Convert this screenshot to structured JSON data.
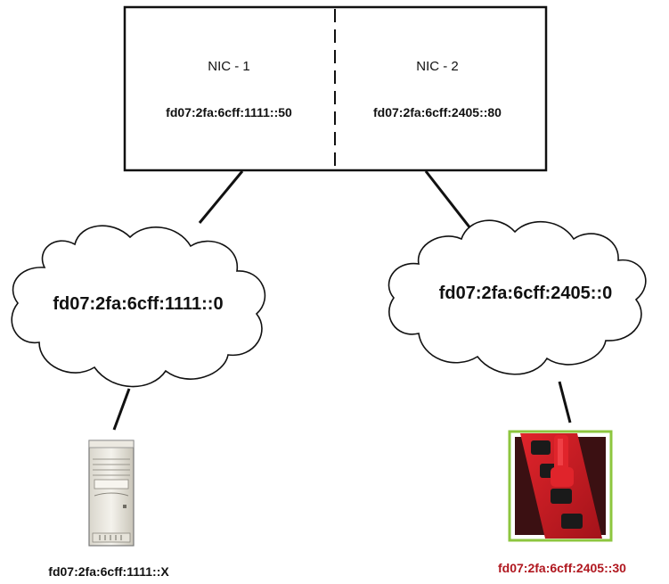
{
  "server": {
    "nic1": {
      "name": "NIC - 1",
      "address": "fd07:2fa:6cff:1111::50"
    },
    "nic2": {
      "name": "NIC - 2",
      "address": "fd07:2fa:6cff:2405::80"
    }
  },
  "networks": {
    "left": {
      "label": "fd07:2fa:6cff:1111::0"
    },
    "right": {
      "label": "fd07:2fa:6cff:2405::0"
    }
  },
  "devices": {
    "tower": {
      "icon": "server-tower-icon",
      "label": "fd07:2fa:6cff:1111::X",
      "color": "#111111"
    },
    "pdu": {
      "icon": "power-strip-icon",
      "label": "fd07:2fa:6cff:2405::30",
      "color": "#b0171f",
      "frame_color": "#8dc63f"
    }
  }
}
